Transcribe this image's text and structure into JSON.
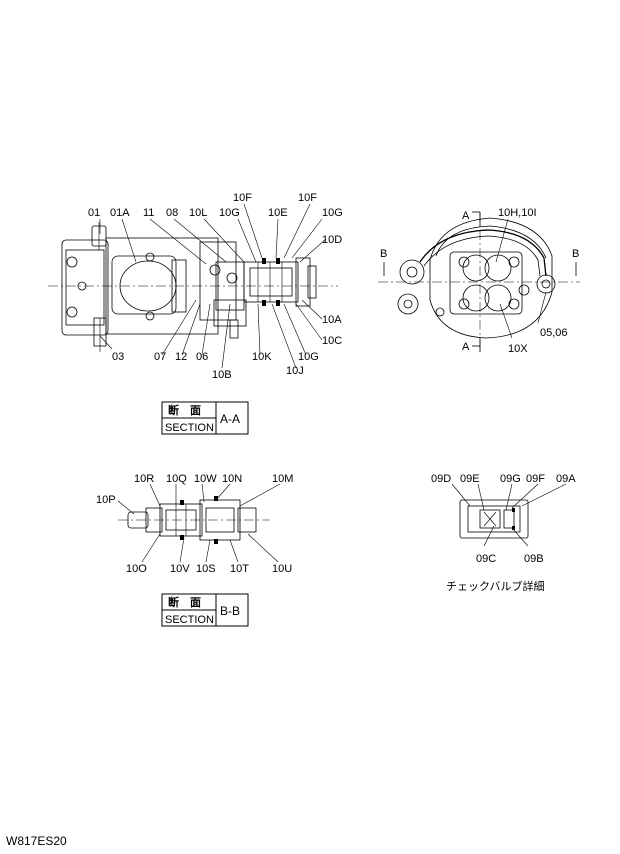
{
  "diagram": {
    "section_aa": {
      "label_jp": "断　面",
      "label_en": "SECTION",
      "label_id": "A-A"
    },
    "section_bb": {
      "label_jp": "断　面",
      "label_en": "SECTION",
      "label_id": "B-B"
    },
    "side_view_labels": {
      "p01": "01",
      "p01a": "01A",
      "p11": "11",
      "p08": "08",
      "p10l": "10L",
      "p10g_top": "10G",
      "p10f_left": "10F",
      "p10e": "10E",
      "p10f_right": "10F",
      "p10g_right": "10G",
      "p10d": "10D",
      "p10a": "10A",
      "p10c": "10C",
      "p10g_bottom": "10G",
      "p10j": "10J",
      "p10k": "10K",
      "p10b": "10B",
      "p06": "06",
      "p12": "12",
      "p07": "07",
      "p03": "03"
    },
    "end_view_labels": {
      "cut_a_top": "A",
      "cut_a_bottom": "A",
      "cut_b_left": "B",
      "cut_b_right": "B",
      "p10h10i": "10H,10I",
      "p0506": "05,06",
      "p10x": "10X"
    },
    "bb_labels": {
      "p10r": "10R",
      "p10q": "10Q",
      "p10w": "10W",
      "p10n": "10N",
      "p10m": "10M",
      "p10p": "10P",
      "p10o": "10O",
      "p10v": "10V",
      "p10s": "10S",
      "p10t": "10T",
      "p10u": "10U"
    },
    "check_valve_labels": {
      "p09d": "09D",
      "p09e": "09E",
      "p09g": "09G",
      "p09f": "09F",
      "p09a": "09A",
      "p09c": "09C",
      "p09b": "09B",
      "caption": "チェックバルブ詳細"
    },
    "drawing_code": "W817ES20"
  }
}
